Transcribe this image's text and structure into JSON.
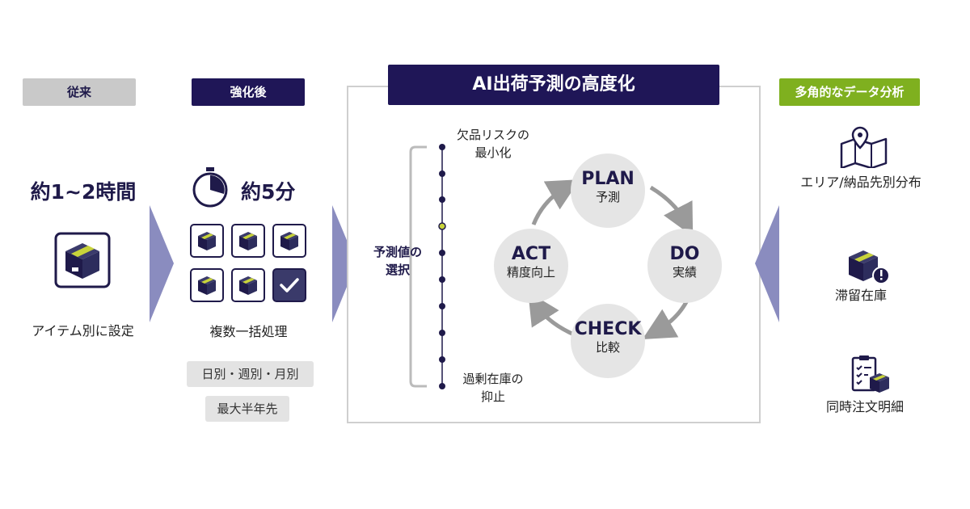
{
  "left": {
    "tag": "従来",
    "time": "約1~2時間",
    "caption": "アイテム別に設定"
  },
  "mid": {
    "tag": "強化後",
    "time": "約5分",
    "caption": "複数一括処理",
    "chip1": "日別・週別・月別",
    "chip2": "最大半年先"
  },
  "center": {
    "title": "AI出荷予測の高度化",
    "top_label": "欠品リスクの\n最小化",
    "bottom_label": "過剰在庫の\n抑止",
    "select_label": "予測値の\n選択",
    "cycle": [
      {
        "en": "PLAN",
        "jp": "予測"
      },
      {
        "en": "DO",
        "jp": "実績"
      },
      {
        "en": "CHECK",
        "jp": "比較"
      },
      {
        "en": "ACT",
        "jp": "精度向上"
      }
    ]
  },
  "right": {
    "tag": "多角的なデータ分析",
    "item1": "エリア/納品先別分布",
    "item2": "滞留在庫",
    "item3": "同時注文明細"
  },
  "colors": {
    "navy": "#1f1657",
    "green": "#7fb01f",
    "gray": "#c9c9c9",
    "accent": "#c8d33a"
  },
  "icons": [
    "box-icon",
    "stopwatch-icon",
    "checkmark-icon",
    "map-pin-icon",
    "stagnant-box-icon",
    "clipboard-icon"
  ]
}
